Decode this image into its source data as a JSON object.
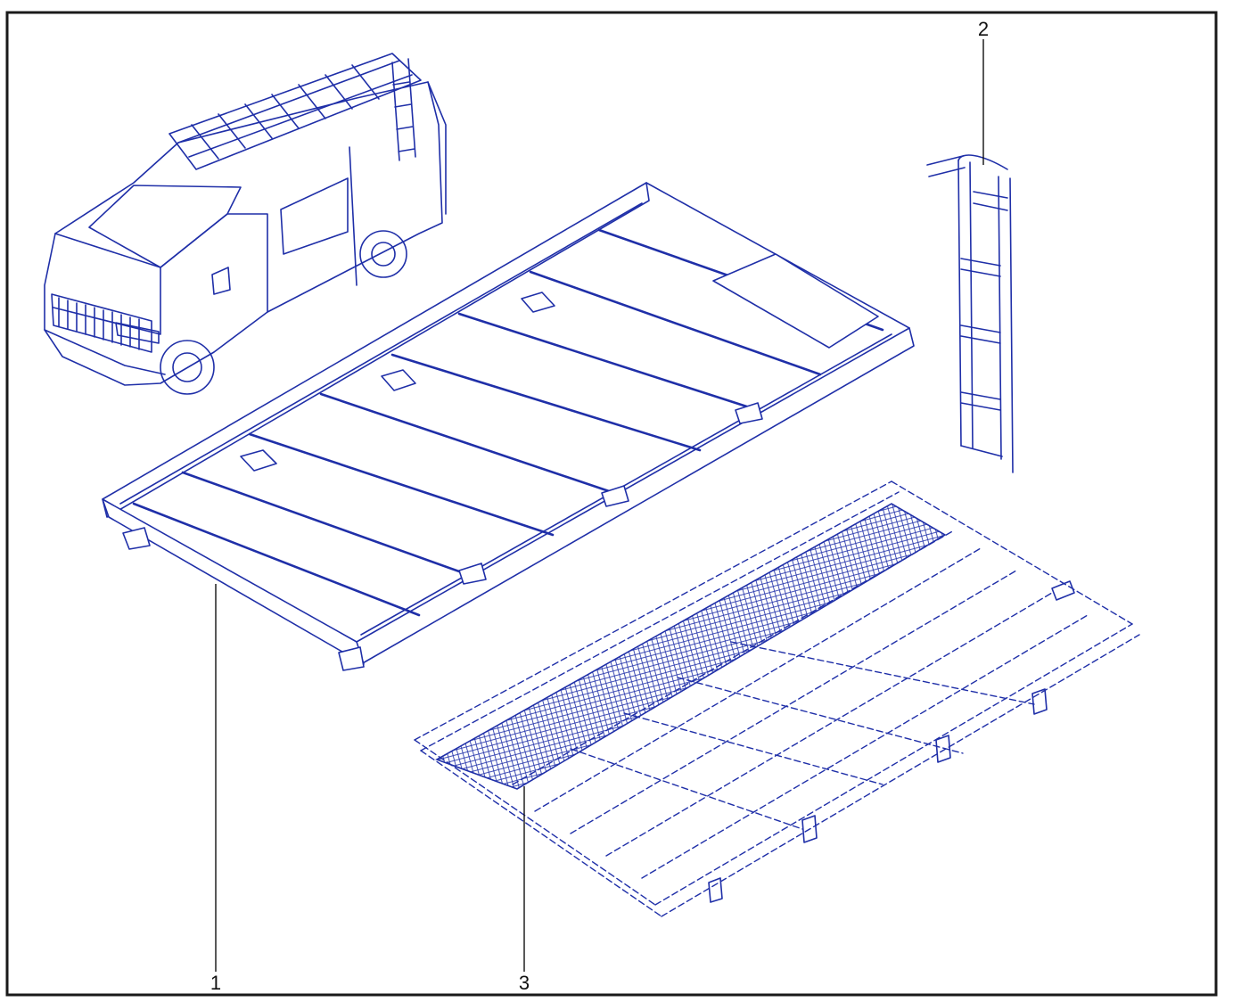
{
  "callouts": [
    {
      "id": "1",
      "label": "1"
    },
    {
      "id": "2",
      "label": "2"
    },
    {
      "id": "3",
      "label": "3"
    }
  ],
  "colors": {
    "line_art": "#1f2fa8",
    "frame": "#1a1a1a",
    "background": "#ffffff"
  }
}
